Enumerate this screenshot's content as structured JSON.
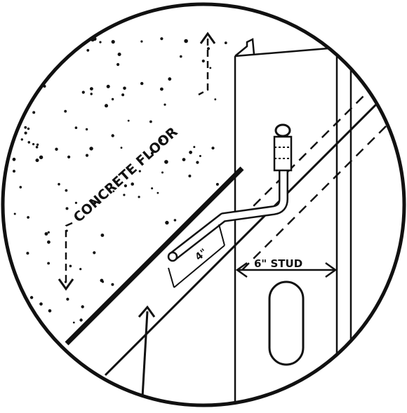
{
  "labels": {
    "concrete_floor": "CONCRETE FLOOR",
    "stud_width": "6\" STUD",
    "anchor_length": "4\""
  },
  "colors": {
    "ink": "#111111",
    "background": "#ffffff"
  }
}
